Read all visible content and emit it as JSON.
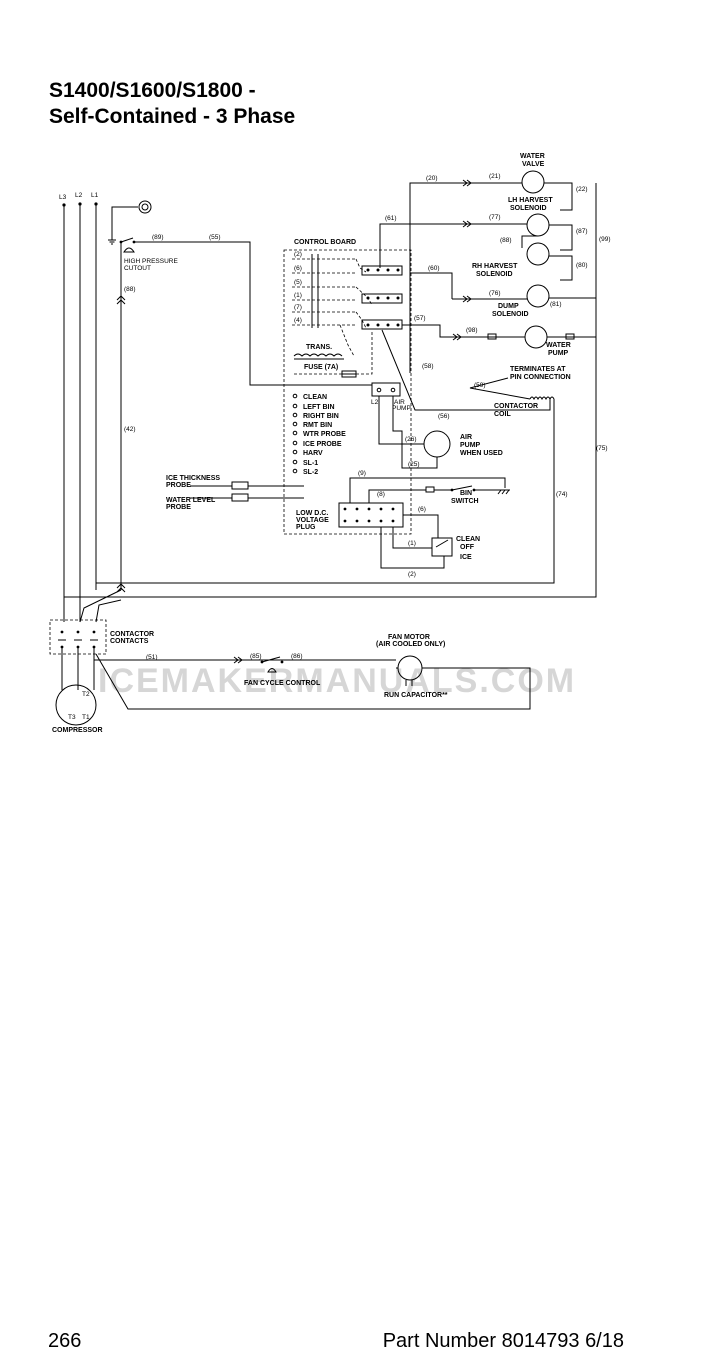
{
  "title": {
    "line1": "S1400/S1600/S1800 -",
    "line2": "Self-Contained - 3 Phase"
  },
  "footer": {
    "page_number": "266",
    "part_number": "Part Number 8014793 6/18"
  },
  "watermark": "ICEMAKERMANUALS.COM",
  "diagram": {
    "phase_labels": [
      "L3",
      "L2",
      "L1"
    ],
    "components": {
      "water_valve": "WATER VALVE",
      "lh_harvest_solenoid": "LH HARVEST SOLENOID",
      "rh_harvest_solenoid": "RH HARVEST SOLENOID",
      "dump_solenoid": "DUMP SOLENOID",
      "water_pump": "WATER PUMP",
      "control_board": "CONTROL BOARD",
      "high_pressure_cutout": "HIGH PRESSURE CUTOUT",
      "trans": "TRANS.",
      "fuse": "FUSE (7A)",
      "terminates_at": "TERMINATES AT PIN CONNECTION",
      "contactor_coil": "CONTACTOR COIL",
      "air_pump_relay": "AIR PUMP",
      "air_pump_motor": "AIR PUMP WHEN USED",
      "ice_thickness_probe": "ICE THICKNESS PROBE",
      "water_level_probe": "WATER LEVEL PROBE",
      "bin_switch": "BIN SWITCH",
      "low_dc_plug": "LOW D.C. VOLTAGE PLUG",
      "selector_switch": [
        "CLEAN",
        "OFF",
        "ICE"
      ],
      "contactor_contacts": "CONTACTOR CONTACTS",
      "compressor": "COMPRESSOR",
      "fan_motor": "FAN MOTOR (AIR COOLED ONLY)",
      "fan_cycle_control": "FAN CYCLE CONTROL",
      "run_capacitor": "RUN CAPACITOR**"
    },
    "board_inputs": [
      "CLEAN",
      "LEFT BIN",
      "RIGHT BIN",
      "RMT BIN",
      "WTR PROBE",
      "ICE PROBE",
      "HARV",
      "SL-1",
      "SL-2"
    ],
    "relay_numbers": [
      "(2)",
      "(6)",
      "(5)",
      "(1)",
      "(7)",
      "(4)"
    ],
    "compressor_terminals": [
      "T2",
      "T3",
      "T1"
    ],
    "wires": {
      "w20": "(20)",
      "w21": "(21)",
      "w22": "(22)",
      "w61": "(61)",
      "w77": "(77)",
      "w87": "(87)",
      "w88a": "(88)",
      "w99": "(99)",
      "w89": "(89)",
      "w55": "(55)",
      "w60": "(60)",
      "w80": "(80)",
      "w76": "(76)",
      "w81": "(81)",
      "w57": "(57)",
      "w98": "(98)",
      "w88b": "(88)",
      "w58": "(58)",
      "w59": "(59)",
      "w56": "(56)",
      "w42": "(42)",
      "w26": "(26)",
      "w25": "(25)",
      "w75": "(75)",
      "w9": "(9)",
      "w8": "(8)",
      "w74": "(74)",
      "w6": "(6)",
      "w1": "(1)",
      "w2": "(2)",
      "w51": "(51)",
      "w85": "(85)",
      "w86": "(86)",
      "l2": "L2"
    }
  }
}
